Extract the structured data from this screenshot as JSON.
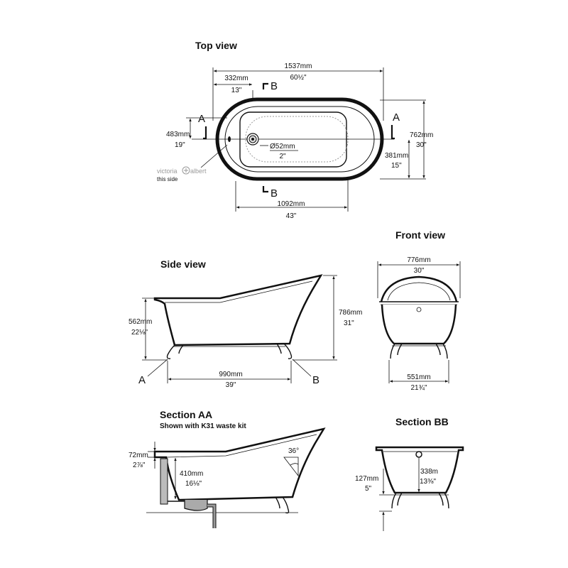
{
  "views": {
    "top": {
      "title": "Top view",
      "overall_length": {
        "mm": "1537mm",
        "in": "60½\""
      },
      "waste_offset": {
        "mm": "332mm",
        "in": "13\""
      },
      "inner_length": {
        "mm": "1092mm",
        "in": "43\""
      },
      "width": {
        "mm": "762mm",
        "in": "30\""
      },
      "half_width": {
        "mm": "381mm",
        "in": "15\""
      },
      "waste_height": {
        "mm": "483mm",
        "in": "19\""
      },
      "waste_dia": {
        "mm": "Ø52mm",
        "in": "2\""
      },
      "section_a": "A",
      "section_b": "B",
      "logo": "victoria",
      "logo2": "albert",
      "logo_note": "this side"
    },
    "side": {
      "title": "Side view",
      "rim_height": {
        "mm": "562mm",
        "in": "22⅛\""
      },
      "back_height": {
        "mm": "786mm",
        "in": "31\""
      },
      "feet_span": {
        "mm": "990mm",
        "in": "39\""
      },
      "label_a": "A",
      "label_b": "B"
    },
    "front": {
      "title": "Front view",
      "top_width": {
        "mm": "776mm",
        "in": "30\""
      },
      "base_width": {
        "mm": "551mm",
        "in": "21¾\""
      }
    },
    "section_aa": {
      "title": "Section AA",
      "subtitle": "Shown with K31 waste kit",
      "rim_thickness": {
        "mm": "72mm",
        "in": "2⅞\""
      },
      "depth": {
        "mm": "410mm",
        "in": "16⅛\""
      },
      "angle": "36°"
    },
    "section_bb": {
      "title": "Section BB",
      "foot_height": {
        "mm": "127mm",
        "in": "5\""
      },
      "depth": {
        "mm": "338m",
        "in": "13⅜\""
      }
    }
  }
}
